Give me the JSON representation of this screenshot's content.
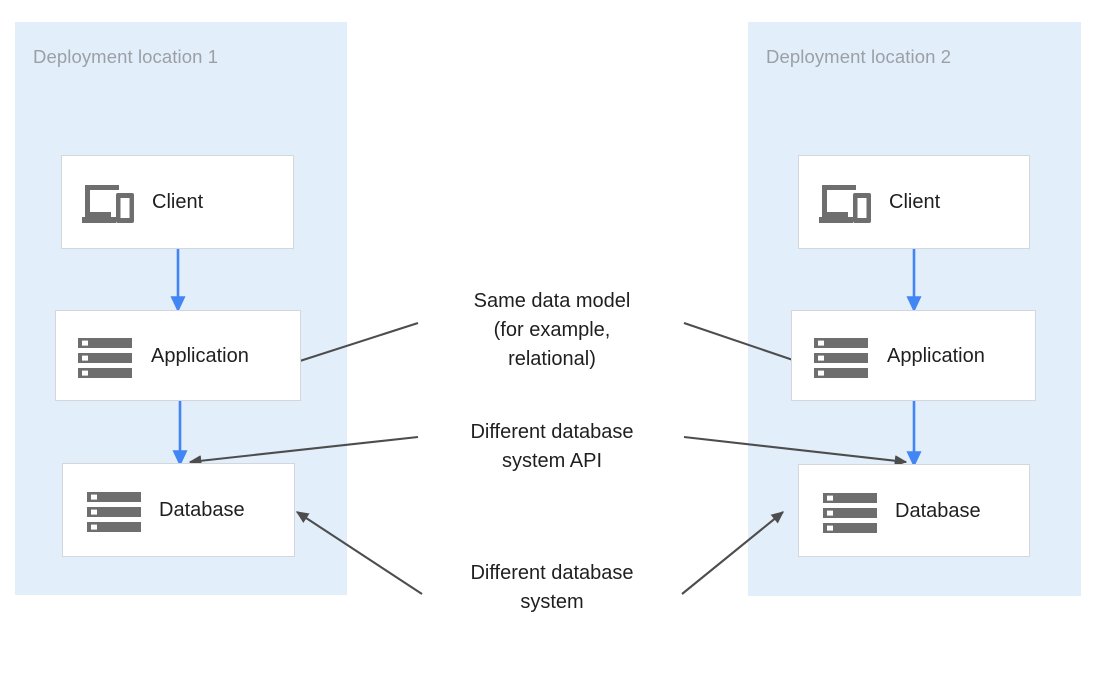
{
  "diagram": {
    "title": "Two deployment locations with different database systems",
    "background": "#ffffff",
    "zone_fill": "#e3eefb",
    "zone_title_color": "#9aa0a6",
    "node_border": "#d3d6da",
    "node_fill": "#ffffff",
    "icon_color": "#6e6e6e",
    "flow_arrow_color": "#4285f4",
    "annotation_arrow_color": "#4d4d4d",
    "text_color": "#1f1f1f"
  },
  "zones": [
    {
      "title": "Deployment location 1"
    },
    {
      "title": "Deployment location 2"
    }
  ],
  "nodes": {
    "client_1": {
      "label": "Client",
      "icon": "devices-icon"
    },
    "app_1": {
      "label": "Application",
      "icon": "server-stack-icon"
    },
    "database_1": {
      "label": "Database",
      "icon": "server-stack-icon"
    },
    "client_2": {
      "label": "Client",
      "icon": "devices-icon"
    },
    "app_2": {
      "label": "Application",
      "icon": "server-stack-icon"
    },
    "database_2": {
      "label": "Database",
      "icon": "server-stack-icon"
    }
  },
  "annotations": [
    {
      "id": "same-data-model",
      "text": "Same data model\n(for example,\nrelational)"
    },
    {
      "id": "different-db-system-api",
      "text": "Different database\nsystem API"
    },
    {
      "id": "different-db-system",
      "text": "Different database\nsystem"
    }
  ],
  "flows": [
    {
      "from": "client_1",
      "to": "app_1",
      "color": "#4285f4"
    },
    {
      "from": "app_1",
      "to": "database_1",
      "color": "#4285f4"
    },
    {
      "from": "client_2",
      "to": "app_2",
      "color": "#4285f4"
    },
    {
      "from": "app_2",
      "to": "database_2",
      "color": "#4285f4"
    }
  ]
}
